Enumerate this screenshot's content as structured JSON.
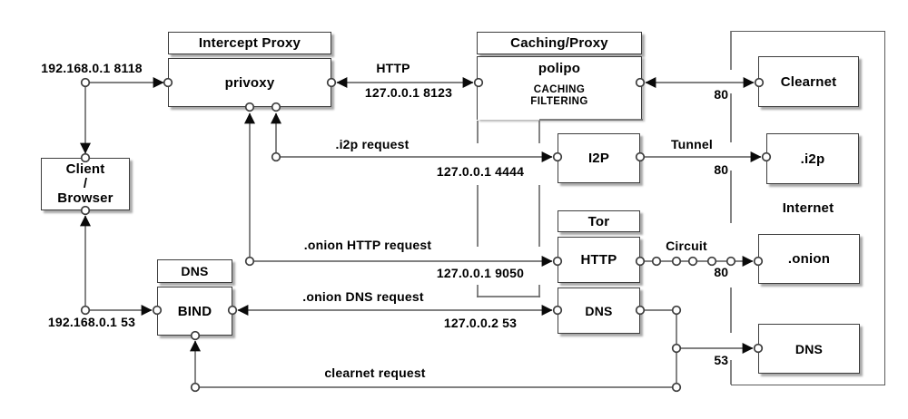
{
  "palette": {
    "background": "#ffffff",
    "line_color": "#6e6e6e",
    "border_color": "#3d3d3d",
    "arrow_color": "#0a0a0a",
    "text_color": "#000000"
  },
  "nodes": {
    "intercept_header": "Intercept Proxy",
    "privoxy": "privoxy",
    "caching_header": "Caching/Proxy",
    "polipo": "polipo",
    "caching_feature1": "CACHING",
    "caching_feature2": "FILTERING",
    "client_line1": "Client",
    "client_line2": "/",
    "client_line3": "Browser",
    "dns_header": "DNS",
    "bind": "BIND",
    "i2p": "I2P",
    "tor_header": "Tor",
    "tor_http": "HTTP",
    "tor_dns": "DNS",
    "clearnet": "Clearnet",
    "i2p_site": ".i2p",
    "onion_site": ".onion",
    "internet_dns": "DNS",
    "internet": "Internet"
  },
  "labels": {
    "ip8118": "192.168.0.1 8118",
    "http": "HTTP",
    "ip8123": "127.0.0.1 8123",
    "i2p_request": ".i2p request",
    "ip4444": "127.0.0.1 4444",
    "tunnel": "Tunnel",
    "onion_http_request": ".onion HTTP request",
    "ip9050": "127.0.0.1 9050",
    "circuit": "Circuit",
    "onion_dns_request": ".onion DNS request",
    "ip53_loopback": "127.0.0.2 53",
    "ip53_lan": "192.168.0.1 53",
    "clearnet_request": "clearnet request",
    "port_clearnet": "80",
    "port_tunnel": "80",
    "port_circuit": "80",
    "port_dns": "53"
  }
}
